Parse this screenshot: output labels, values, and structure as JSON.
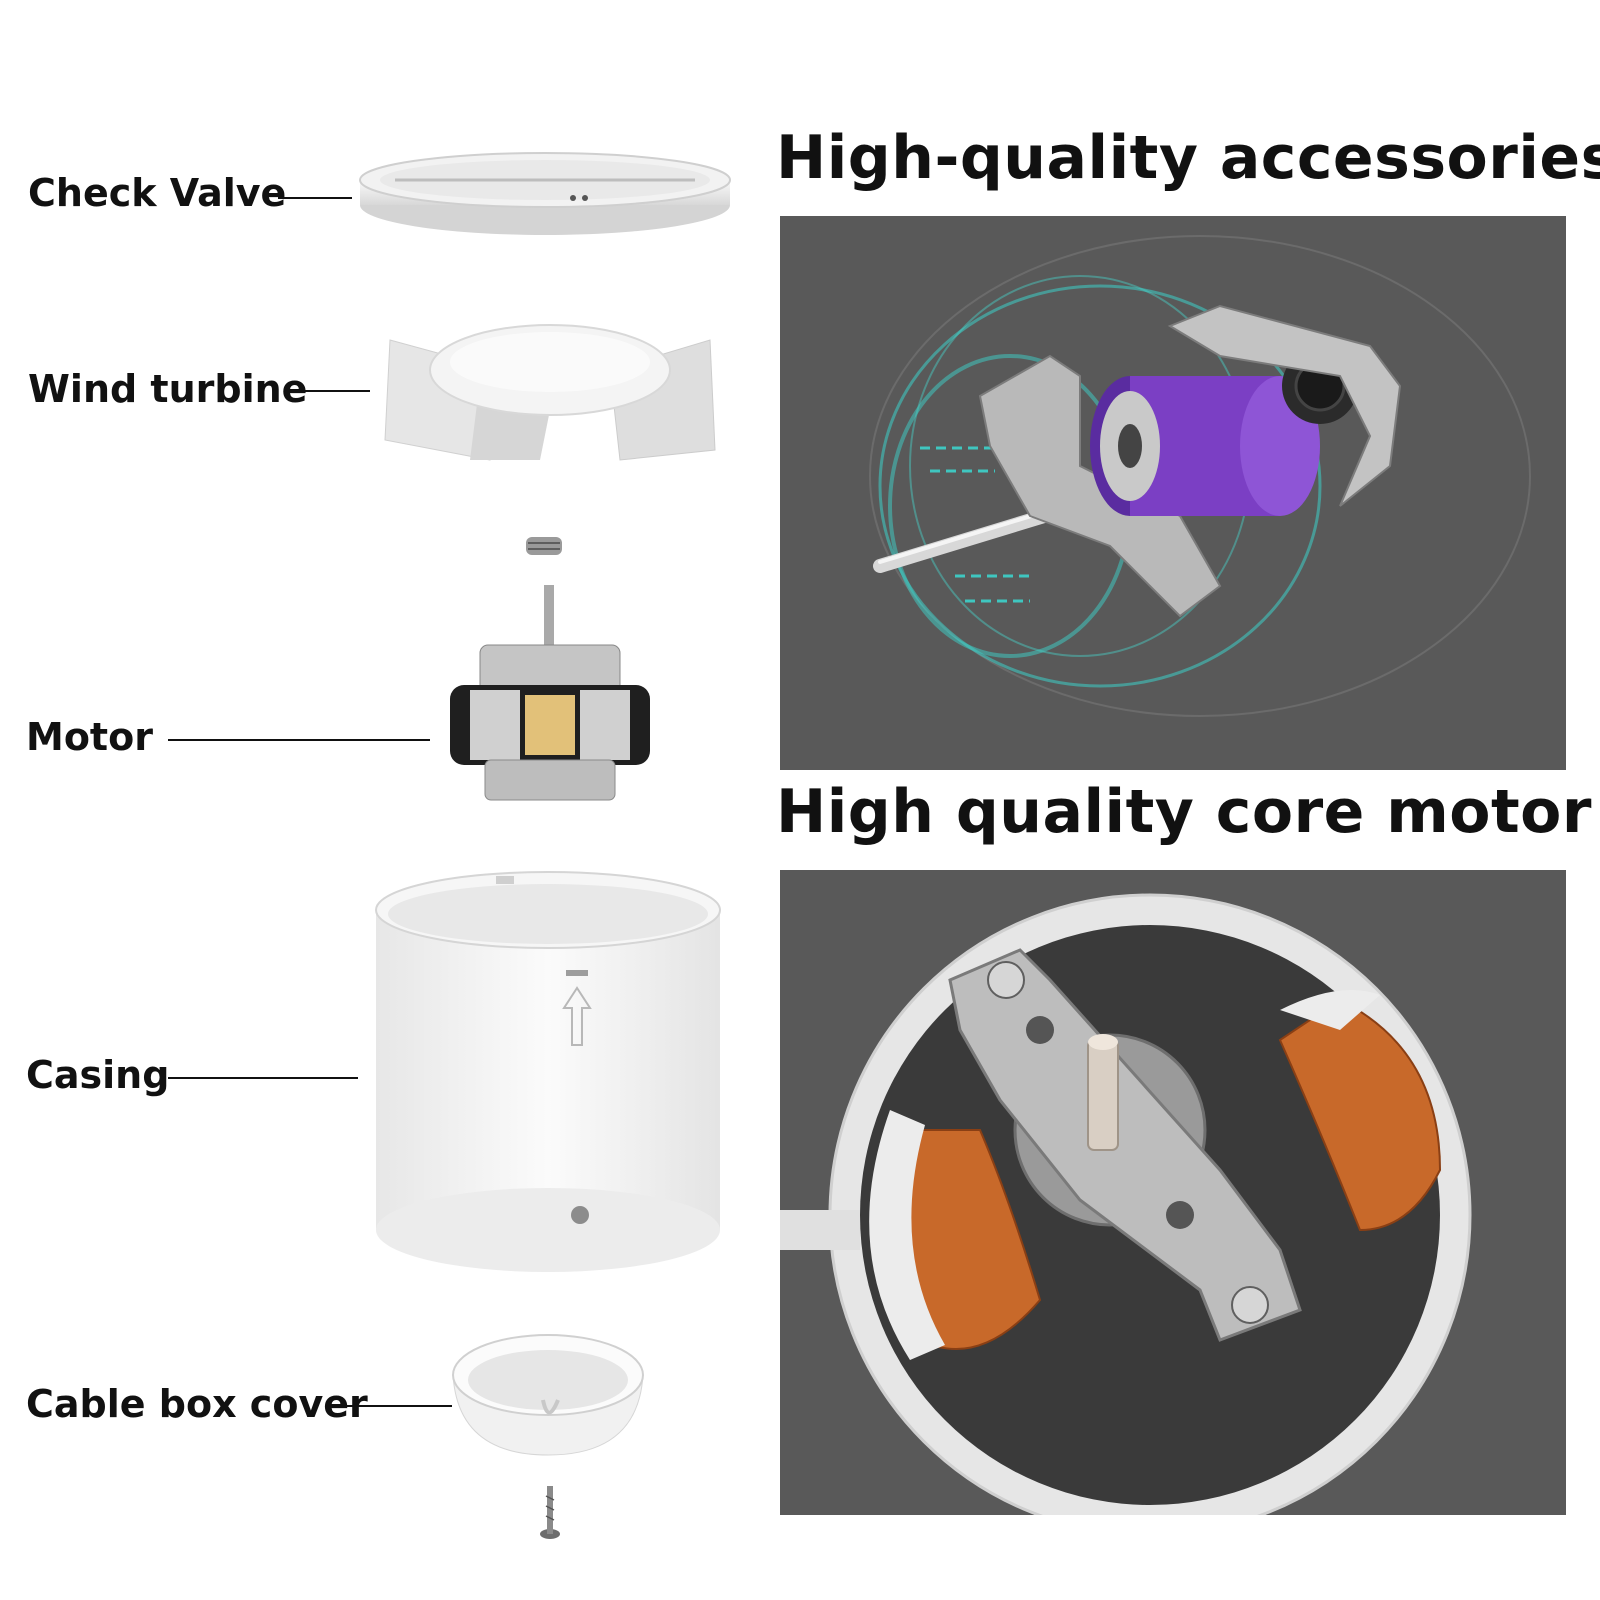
{
  "parts": {
    "check_valve": "Check Valve",
    "wind_turbine": "Wind turbine",
    "motor": "Motor",
    "casing": "Casing",
    "cable_box_cover": "Cable box cover"
  },
  "headings": {
    "accessories": "High-quality accessories",
    "core_motor": "High quality core motor"
  },
  "colors": {
    "panel_bg": "#595959",
    "text": "#111111",
    "copper": "#c8692a",
    "purple": "#7b3fc4",
    "teal": "#3fc6c0"
  }
}
